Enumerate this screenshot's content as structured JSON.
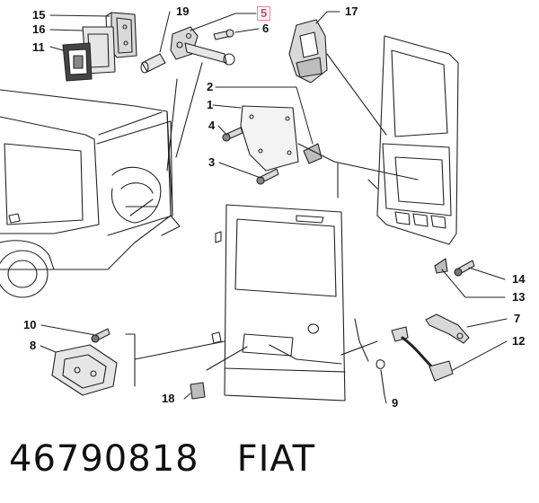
{
  "callouts": [
    {
      "id": "15",
      "label": "15",
      "highlight": false
    },
    {
      "id": "16",
      "label": "16",
      "highlight": false
    },
    {
      "id": "11",
      "label": "11",
      "highlight": false
    },
    {
      "id": "19",
      "label": "19",
      "highlight": false
    },
    {
      "id": "5",
      "label": "5",
      "highlight": true
    },
    {
      "id": "6",
      "label": "6",
      "highlight": false
    },
    {
      "id": "17",
      "label": "17",
      "highlight": false
    },
    {
      "id": "2",
      "label": "2",
      "highlight": false
    },
    {
      "id": "1",
      "label": "1",
      "highlight": false
    },
    {
      "id": "4",
      "label": "4",
      "highlight": false
    },
    {
      "id": "3",
      "label": "3",
      "highlight": false
    },
    {
      "id": "14",
      "label": "14",
      "highlight": false
    },
    {
      "id": "13",
      "label": "13",
      "highlight": false
    },
    {
      "id": "7",
      "label": "7",
      "highlight": false
    },
    {
      "id": "10",
      "label": "10",
      "highlight": false
    },
    {
      "id": "8",
      "label": "8",
      "highlight": false
    },
    {
      "id": "12",
      "label": "12",
      "highlight": false
    },
    {
      "id": "18",
      "label": "18",
      "highlight": false
    },
    {
      "id": "9",
      "label": "9",
      "highlight": false
    }
  ],
  "footer": {
    "part_number": "46790818",
    "brand": "FIAT"
  },
  "colors": {
    "line": "#222222",
    "highlight": "#c0506a",
    "part_fill": "#d9d9d9"
  }
}
